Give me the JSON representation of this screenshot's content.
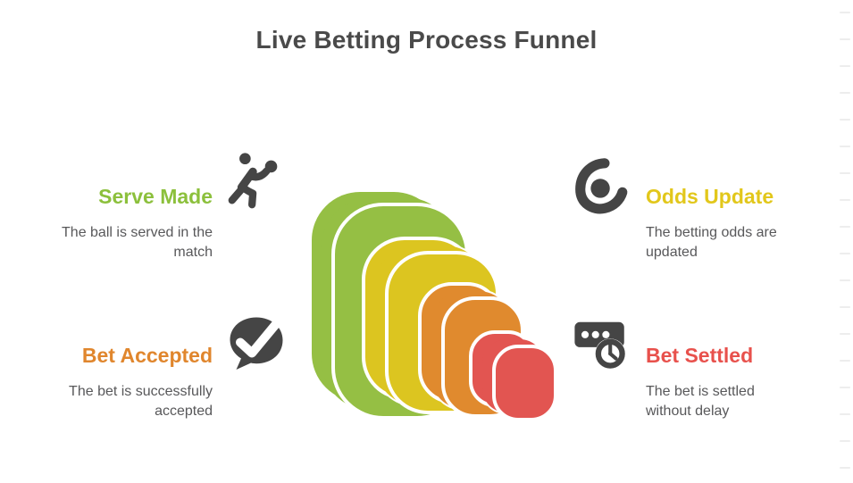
{
  "title": {
    "text": "Live Betting Process Funnel",
    "color": "#4a4a4a"
  },
  "steps": [
    {
      "id": "serve-made",
      "label": "Serve Made",
      "description": "The ball is served in the\nmatch",
      "color": "#8cc03c",
      "icon": "tennis-serve-player-icon",
      "side": "left"
    },
    {
      "id": "odds-update",
      "label": "Odds Update",
      "description": "The betting odds are\nupdated",
      "color": "#e2c71b",
      "icon": "abstract-person-swoosh-icon",
      "side": "right"
    },
    {
      "id": "bet-accepted",
      "label": "Bet Accepted",
      "description": "The bet is successfully\naccepted",
      "color": "#e0862d",
      "icon": "speech-bubble-check-icon",
      "side": "left"
    },
    {
      "id": "bet-settled",
      "label": "Bet Settled",
      "description": "The bet is settled\nwithout delay",
      "color": "#e8514c",
      "icon": "message-bar-clock-icon",
      "side": "right"
    }
  ],
  "funnel": {
    "outline_color": "#ffffff",
    "layers": [
      {
        "id": "serve-made",
        "color": "#95bf44"
      },
      {
        "id": "odds-update",
        "color": "#dcc520"
      },
      {
        "id": "bet-accepted",
        "color": "#e08a2e"
      },
      {
        "id": "bet-settled",
        "color": "#e25551"
      }
    ]
  },
  "icons": {
    "color": "#454545"
  },
  "decor": {
    "edge_tick_color": "#ededed"
  }
}
